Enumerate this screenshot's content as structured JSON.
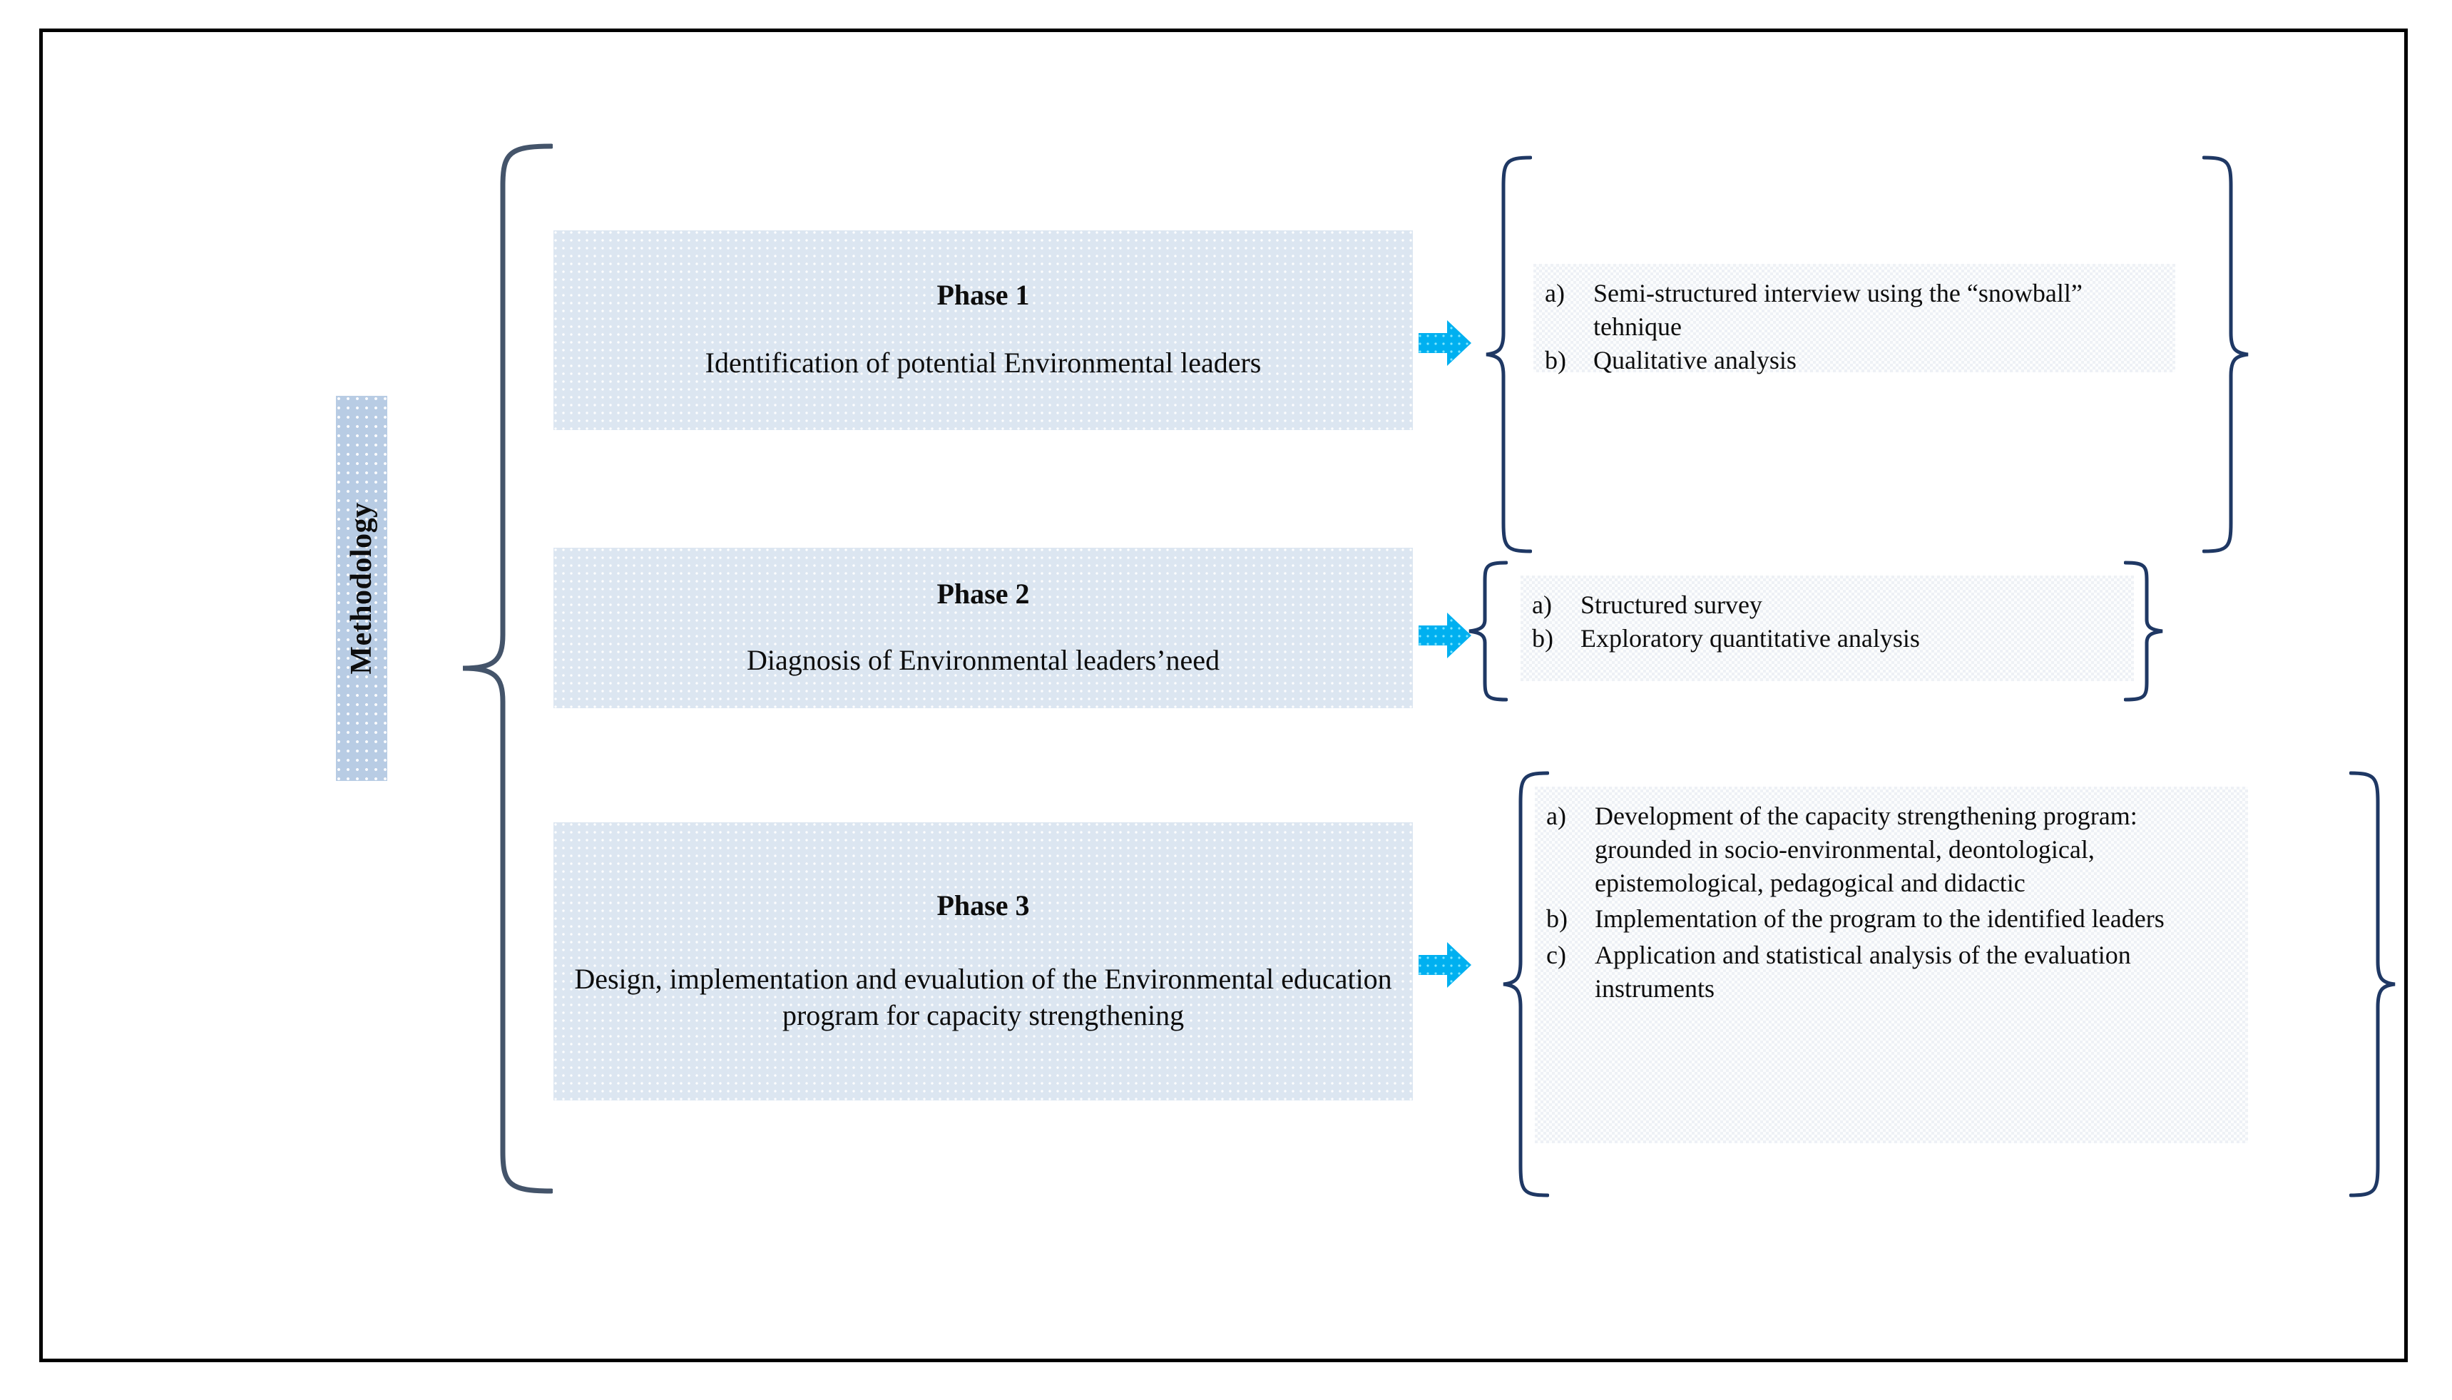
{
  "figure": {
    "title": "Methodology phases flow diagram",
    "frame_color": "#000000",
    "background": "#ffffff"
  },
  "root": {
    "label": "Methodology",
    "bar_color": "#b8cce4",
    "brace_color": "#44546a"
  },
  "colors": {
    "phase_box_fill": "#dce6f1",
    "list_box_fill": "#eef1f5",
    "arrow": "#00b0f0",
    "brace": "#1f3864",
    "text": "#0d0d0d"
  },
  "phases": [
    {
      "title": "Phase 1",
      "description": "Identification of potential Environmental leaders",
      "arrow_icon": "right-arrow-icon",
      "items": [
        {
          "marker": "a)",
          "text": "Semi-structured interview using the “snowball” tehnique"
        },
        {
          "marker": "b)",
          "text": "Qualitative analysis"
        }
      ]
    },
    {
      "title": "Phase 2",
      "description": "Diagnosis of Environmental leaders’need",
      "arrow_icon": "right-arrow-icon",
      "items": [
        {
          "marker": "a)",
          "text": "Structured survey"
        },
        {
          "marker": "b)",
          "text": "Exploratory quantitative analysis"
        }
      ]
    },
    {
      "title": "Phase 3",
      "description": "Design, implementation and evualution of the Environmental education program for capacity strengthening",
      "arrow_icon": "right-arrow-icon",
      "items": [
        {
          "marker": "a)",
          "text": "Development of the capacity strengthening program:  grounded in socio-environmental, deontological, epistemological, pedagogical and didactic"
        },
        {
          "marker": "b)",
          "text": "Implementation of the program to the identified leaders"
        },
        {
          "marker": "c)",
          "text": "Application and statistical analysis of the evaluation instruments"
        }
      ]
    }
  ]
}
